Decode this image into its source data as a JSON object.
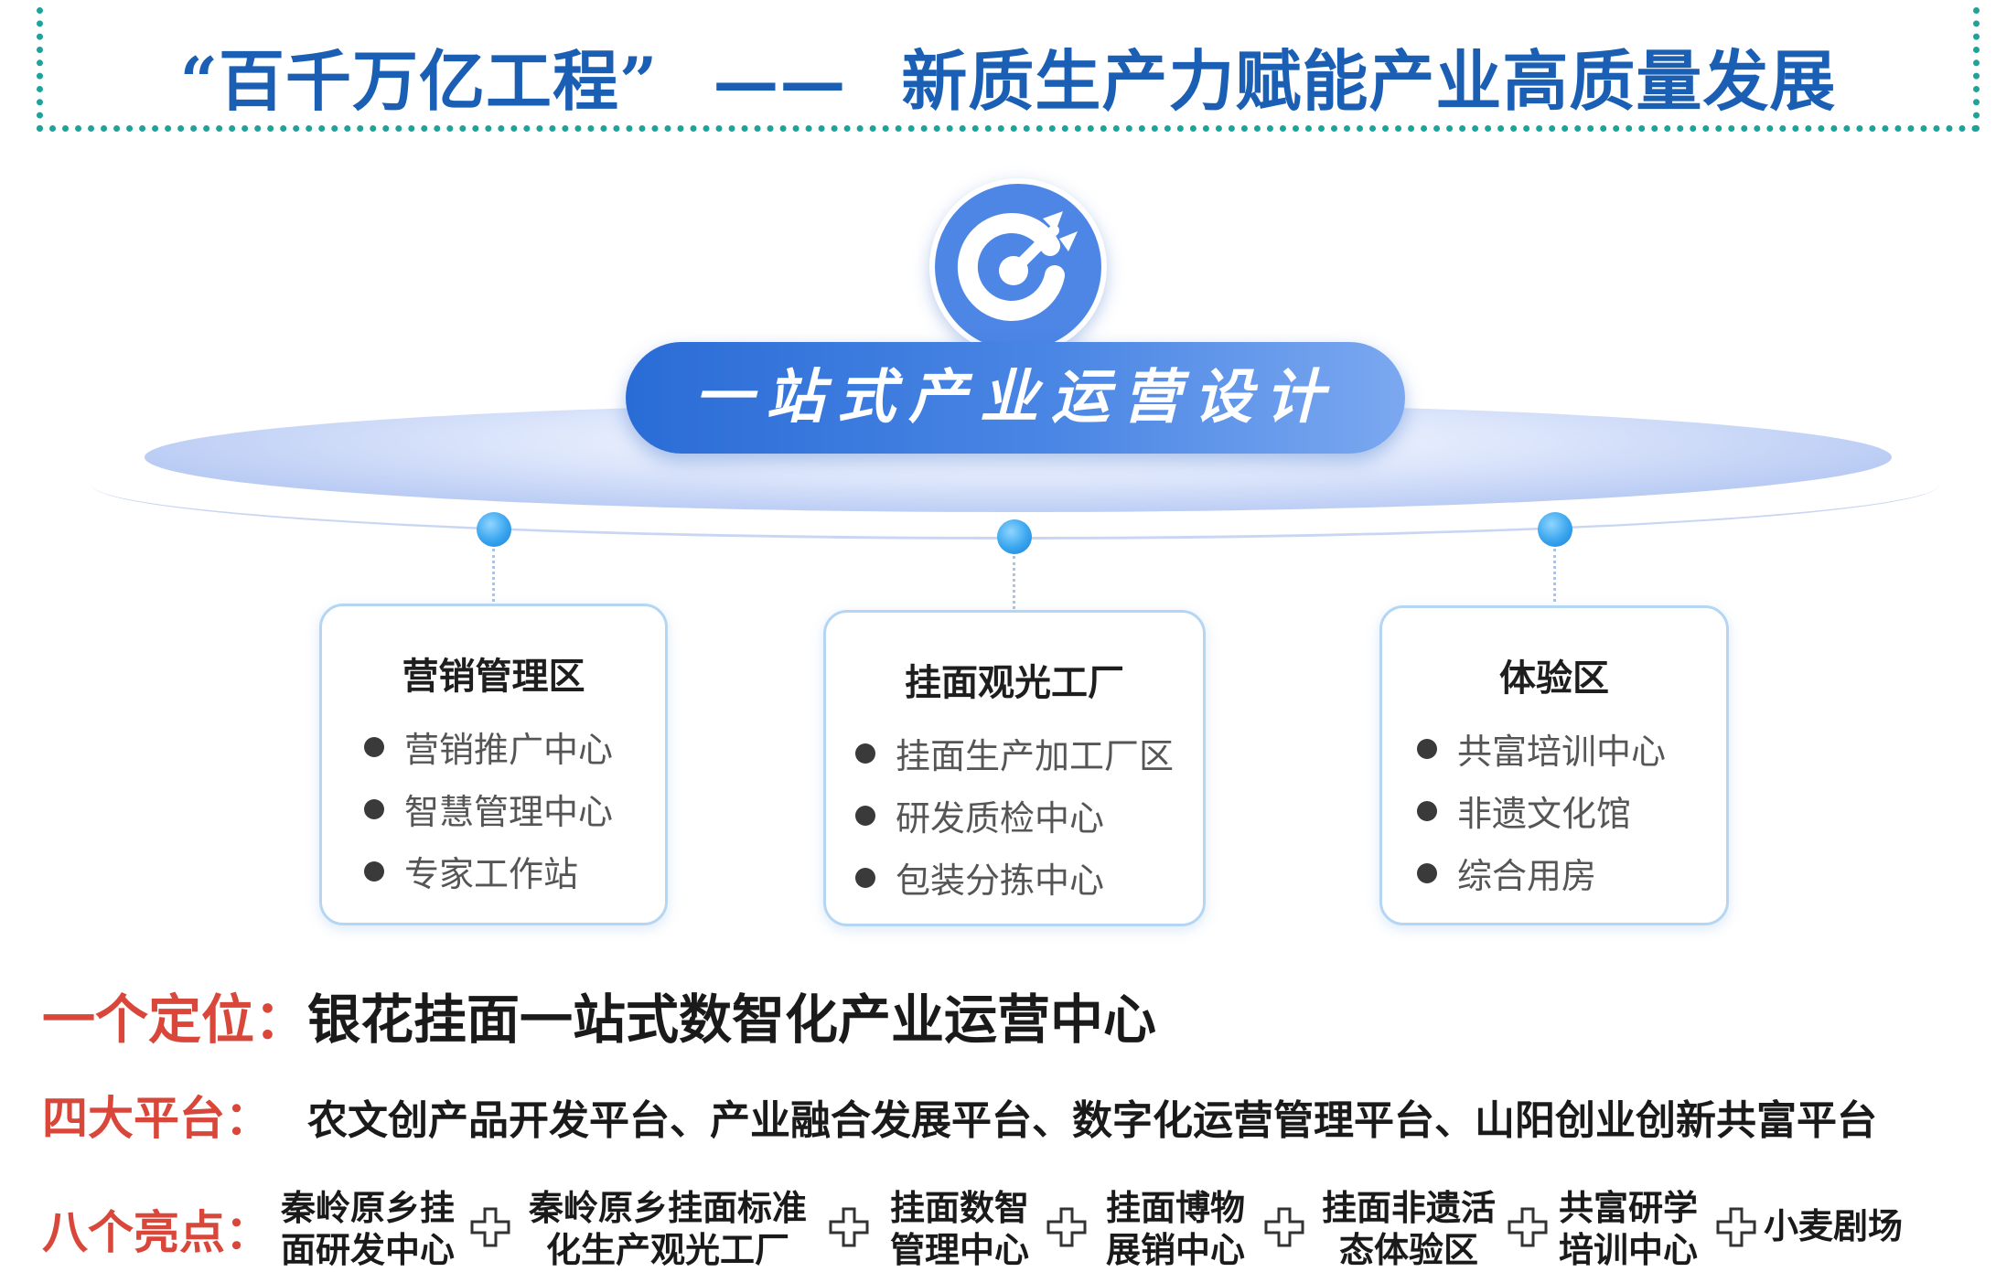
{
  "header": {
    "title_left": "“百千万亿工程”",
    "dash": "——",
    "title_right": "新质生产力赋能产业高质量发展"
  },
  "hub": {
    "icon": "target-arrow-icon",
    "label": "一站式产业运营设计"
  },
  "zones": [
    {
      "title": "营销管理区",
      "items": [
        "营销推广中心",
        "智慧管理中心",
        "专家工作站"
      ]
    },
    {
      "title": "挂面观光工厂",
      "items": [
        "挂面生产加工厂区",
        "研发质检中心",
        "包装分拣中心"
      ]
    },
    {
      "title": "体验区",
      "items": [
        "共富培训中心",
        "非遗文化馆",
        "综合用房"
      ]
    }
  ],
  "positioning": {
    "label": "一个定位：",
    "text": "银花挂面一站式数智化产业运营中心"
  },
  "platforms": {
    "label": "四大平台：",
    "text": "农文创产品开发平台、产业融合发展平台、数字化运营管理平台、山阳创业创新共富平台"
  },
  "highlights": {
    "label": "八个亮点：",
    "items": [
      [
        "秦岭原乡挂",
        "面研发中心"
      ],
      [
        "秦岭原乡挂面标准",
        "化生产观光工厂"
      ],
      [
        "挂面数智",
        "管理中心"
      ],
      [
        "挂面博物",
        "展销中心"
      ],
      [
        "挂面非遗活",
        "态体验区"
      ],
      [
        "共富研学",
        "培训中心"
      ],
      [
        "小麦剧场"
      ]
    ]
  },
  "colors": {
    "header_border": "#1fa29a",
    "header_text": "#1a5fb4",
    "hub_blue": "#2a6cd6",
    "label_red": "#d9463a"
  }
}
